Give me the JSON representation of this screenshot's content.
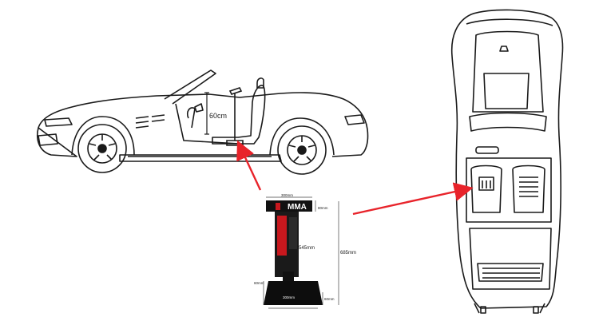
{
  "side_view": {
    "height_label": "60cm"
  },
  "device": {
    "brand_text": "MMA",
    "dims": {
      "top_width": "300mm",
      "top_right": "80mm",
      "column_height": "545mm",
      "total_height": "685mm",
      "bottom_left": "60mm",
      "base_width": "300mm",
      "base_right": "60mm"
    }
  },
  "colors": {
    "arrow": "#e8232a",
    "line": "#1a1a1a",
    "device_red": "#c8181e",
    "device_black": "#111111"
  }
}
